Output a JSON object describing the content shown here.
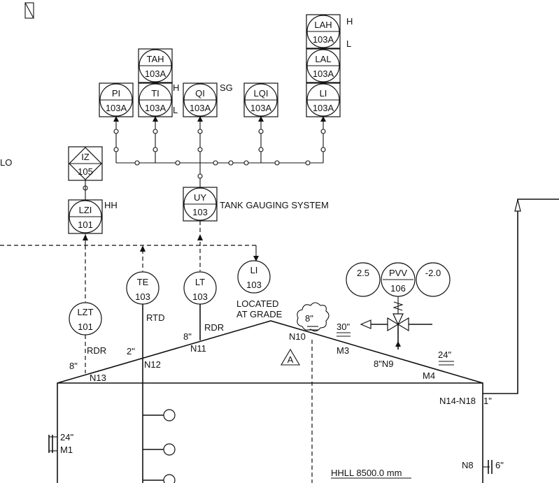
{
  "colors": {
    "line": "#111111",
    "background": "#ffffff"
  },
  "instruments": {
    "lah": {
      "tag": "LAH",
      "loop": "103A",
      "note": "H"
    },
    "lal": {
      "tag": "LAL",
      "loop": "103A",
      "note": "L"
    },
    "tah": {
      "tag": "TAH",
      "loop": "103A"
    },
    "pi": {
      "tag": "PI",
      "loop": "103A"
    },
    "ti": {
      "tag": "TI",
      "loop": "103A",
      "note_h": "H",
      "note_l": "L"
    },
    "qi": {
      "tag": "QI",
      "loop": "103A",
      "note": "SG"
    },
    "lqi": {
      "tag": "LQI",
      "loop": "103A"
    },
    "li_top": {
      "tag": "LI",
      "loop": "103A"
    },
    "iz": {
      "tag": "IZ",
      "loop": "105"
    },
    "lzi": {
      "tag": "LZI",
      "loop": "101",
      "note": "HH"
    },
    "uy": {
      "tag": "UY",
      "loop": "103",
      "description": "TANK GAUGING SYSTEM"
    },
    "li_field": {
      "tag": "LI",
      "loop": "103",
      "note_line1": "LOCATED",
      "note_line2": "AT GRADE"
    },
    "te": {
      "tag": "TE",
      "loop": "103",
      "note": "RTD"
    },
    "lt": {
      "tag": "LT",
      "loop": "103",
      "note": "RDR"
    },
    "lzt": {
      "tag": "LZT",
      "loop": "101",
      "note": "RDR"
    },
    "pvv": {
      "tag": "PVV",
      "loop": "106",
      "setpoint_pressure": "2.5",
      "setpoint_vacuum": "-2.0"
    }
  },
  "left_edge_label": "LO",
  "nozzles": {
    "n13": {
      "id": "N13",
      "size": "8\""
    },
    "n12": {
      "id": "N12",
      "size": "2\""
    },
    "n11": {
      "id": "N11",
      "size": "8\""
    },
    "n10": {
      "id": "N10",
      "size": "8\""
    },
    "m3": {
      "id": "M3",
      "size": "30\""
    },
    "n9": {
      "id": "8\"N9"
    },
    "m4": {
      "id": "M4",
      "size": "24\""
    },
    "n14": {
      "id": "N14-N18",
      "size": "1\""
    },
    "m1": {
      "id": "M1",
      "size": "24\""
    },
    "n8": {
      "id": "N8",
      "size": "6\""
    }
  },
  "revision_marker": "A",
  "level_note": "HHLL 8500.0 mm"
}
